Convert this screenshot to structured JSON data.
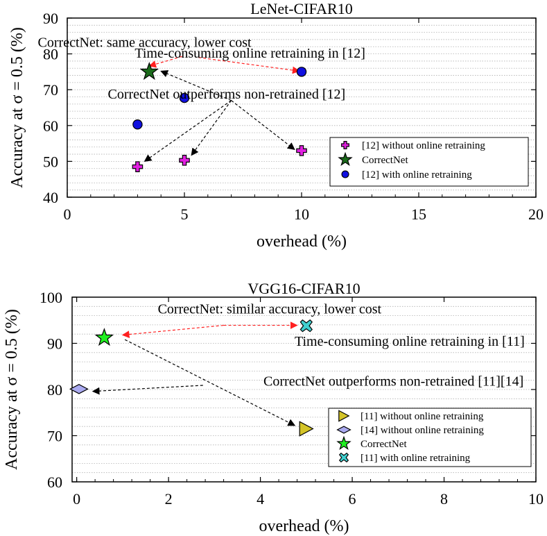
{
  "chart_data": [
    {
      "type": "scatter",
      "title": "LeNet-CIFAR10",
      "xlabel": "overhead (%)",
      "ylabel": "Accuracy at σ = 0.5 (%)",
      "xlim": [
        0,
        20
      ],
      "ylim": [
        40,
        90
      ],
      "xticks": [
        0,
        5,
        10,
        15,
        20
      ],
      "yticks": [
        40,
        50,
        60,
        70,
        80,
        90
      ],
      "xtick_labels": [
        "0",
        "5",
        "10",
        "15",
        "20"
      ],
      "ytick_labels": [
        "40",
        "50",
        "60",
        "70",
        "80",
        "90"
      ],
      "grid": "horizontal dotted",
      "legend_position": "lower-right",
      "series": [
        {
          "name": "[12] without online retraining",
          "marker": "plus",
          "color": "#e020e0",
          "points": [
            [
              3,
              48.5
            ],
            [
              5,
              50.3
            ],
            [
              10,
              53
            ]
          ]
        },
        {
          "name": "CorrectNet",
          "marker": "star",
          "color": "#1b6b1b",
          "points": [
            [
              3.5,
              75
            ]
          ]
        },
        {
          "name": "[12] with online retraining",
          "marker": "circle",
          "color": "#1010e0",
          "points": [
            [
              3,
              60.3
            ],
            [
              5,
              67.7
            ],
            [
              10,
              75
            ]
          ]
        }
      ],
      "annotations": [
        {
          "text": "CorrectNet: same accuracy,  lower cost",
          "at": [
            3.3,
            82
          ]
        },
        {
          "text": "Time-consuming online retraining in [12]",
          "at": [
            7.8,
            79
          ]
        },
        {
          "text": "CorrectNet outperforms non-retrained [12]",
          "at": [
            6.8,
            67.5
          ]
        }
      ],
      "arrows": [
        {
          "from": [
            4.9,
            79.3
          ],
          "to": [
            3.5,
            76.6
          ],
          "color": "#ff2020",
          "style": "dashed"
        },
        {
          "from": [
            5.6,
            79.0
          ],
          "to": [
            9.9,
            75.2
          ],
          "color": "#ff2020",
          "style": "dashed"
        },
        {
          "from": [
            7.0,
            67.0
          ],
          "to": [
            4.0,
            75.2
          ],
          "color": "#000000",
          "style": "dashed"
        },
        {
          "from": [
            7.0,
            67.0
          ],
          "to": [
            3.3,
            50.0
          ],
          "color": "#000000",
          "style": "dashed"
        },
        {
          "from": [
            7.0,
            67.0
          ],
          "to": [
            5.3,
            51.7
          ],
          "color": "#000000",
          "style": "dashed"
        },
        {
          "from": [
            7.0,
            67.0
          ],
          "to": [
            9.7,
            53.3
          ],
          "color": "#000000",
          "style": "dashed"
        }
      ]
    },
    {
      "type": "scatter",
      "title": "VGG16-CIFAR10",
      "xlabel": "overhead (%)",
      "ylabel": "Accuracy at σ = 0.5 (%)",
      "xlim": [
        -0.1,
        10
      ],
      "ylim": [
        60,
        100
      ],
      "xticks": [
        0,
        2,
        4,
        6,
        8,
        10
      ],
      "yticks": [
        60,
        70,
        80,
        90,
        100
      ],
      "xtick_labels": [
        "0",
        "2",
        "4",
        "6",
        "8",
        "10"
      ],
      "ytick_labels": [
        "60",
        "70",
        "80",
        "90",
        "100"
      ],
      "grid": "horizontal dotted",
      "legend_position": "lower-right",
      "series": [
        {
          "name": "[11] without online retraining",
          "marker": "triangle-right",
          "color": "#d4c428",
          "points": [
            [
              5,
              71.5
            ]
          ]
        },
        {
          "name": "[14] without online retraining",
          "marker": "diamond",
          "color": "#aaaaf0",
          "points": [
            [
              0.05,
              80.1
            ]
          ]
        },
        {
          "name": "CorrectNet",
          "marker": "star",
          "color": "#20f020",
          "points": [
            [
              0.6,
              91.2
            ]
          ]
        },
        {
          "name": "[11] with online retraining",
          "marker": "x",
          "color": "#40d0d0",
          "points": [
            [
              5,
              93.8
            ]
          ]
        }
      ],
      "annotations": [
        {
          "text": "CorrectNet: similar accuracy,  lower cost",
          "at": [
            4.2,
            96.5
          ]
        },
        {
          "text": "Time-consuming online retraining in [11]",
          "at": [
            7.25,
            89.5
          ]
        },
        {
          "text": "CorrectNet outperforms non-retrained [11][14]",
          "at": [
            6.9,
            80.8
          ]
        }
      ],
      "arrows": [
        {
          "from": [
            3.2,
            93.9
          ],
          "to": [
            1.0,
            91.8
          ],
          "color": "#ff2020",
          "style": "dashed"
        },
        {
          "from": [
            3.2,
            93.9
          ],
          "to": [
            4.8,
            93.9
          ],
          "color": "#ff2020",
          "style": "dashed"
        },
        {
          "from": [
            2.75,
            80.9
          ],
          "to": [
            0.35,
            79.6
          ],
          "color": "#000000",
          "style": "dashed"
        },
        {
          "from": [
            1.05,
            90.8
          ],
          "to": [
            4.75,
            72.2
          ],
          "color": "#000000",
          "style": "dashed"
        }
      ]
    }
  ]
}
